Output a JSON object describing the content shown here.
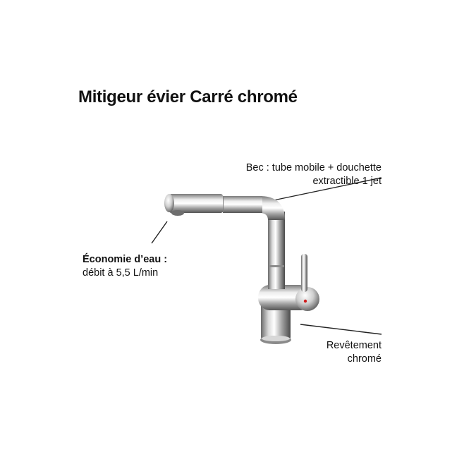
{
  "title": "Mitigeur évier Carré chromé",
  "callouts": {
    "spout": {
      "line1": "Bec : tube mobile + douchette",
      "line2": "extractible 1 jet"
    },
    "water_saving": {
      "line1": "Économie d’eau :",
      "line2": "débit à 5,5 L/min"
    },
    "finish": {
      "line1": "Revêtement",
      "line2": "chromé"
    }
  },
  "colors": {
    "text": "#111111",
    "chrome_light": "#f2f2f2",
    "chrome_mid": "#b8b8b8",
    "chrome_dark": "#5a5a5a",
    "accent_red": "#d11a1a"
  }
}
